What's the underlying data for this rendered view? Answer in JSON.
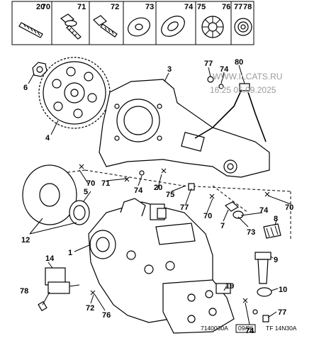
{
  "header_parts": [
    {
      "num": "20",
      "icon": "stud-icon"
    },
    {
      "num": "70",
      "icon": "bolt-washer-icon"
    },
    {
      "num": "71",
      "icon": "bolt-icon"
    },
    {
      "num": "72",
      "icon": "bolt-icon"
    },
    {
      "num": "73",
      "icon": "flat-washer-icon"
    },
    {
      "num": "74",
      "icon": "thin-washer-icon"
    },
    {
      "num": "75",
      "icon": "lock-washer-icon"
    },
    {
      "num": "76",
      "icon": "toothed-washer-icon"
    },
    {
      "num": "77",
      "icon": "nut-icon"
    },
    {
      "num": "78",
      "icon": "seal-ring-icon"
    }
  ],
  "callouts": [
    {
      "text": "77"
    },
    {
      "text": "74"
    },
    {
      "text": "80"
    },
    {
      "text": "3"
    },
    {
      "text": "6"
    },
    {
      "text": "4"
    },
    {
      "text": "70"
    },
    {
      "text": "71"
    },
    {
      "text": "74"
    },
    {
      "text": "20"
    },
    {
      "text": "75"
    },
    {
      "text": "77"
    },
    {
      "text": "70"
    },
    {
      "text": "70"
    },
    {
      "text": "5"
    },
    {
      "text": "7"
    },
    {
      "text": "74"
    },
    {
      "text": "73"
    },
    {
      "text": "8"
    },
    {
      "text": "12"
    },
    {
      "text": "1"
    },
    {
      "text": "9"
    },
    {
      "text": "14"
    },
    {
      "text": "10"
    },
    {
      "text": "78"
    },
    {
      "text": "19"
    },
    {
      "text": "72"
    },
    {
      "text": "76"
    },
    {
      "text": "74"
    },
    {
      "text": "77"
    }
  ],
  "watermark": {
    "site": "WWW.ILCATS.RU",
    "timestamp": "16:25 05.09.2025"
  },
  "footer": {
    "drawing_code": "7140030A",
    "date": "09/96",
    "engine_code": "TF 14N30A"
  },
  "colors": {
    "ink": "#000000",
    "paper": "#ffffff",
    "watermark": "#9a9a9a"
  }
}
